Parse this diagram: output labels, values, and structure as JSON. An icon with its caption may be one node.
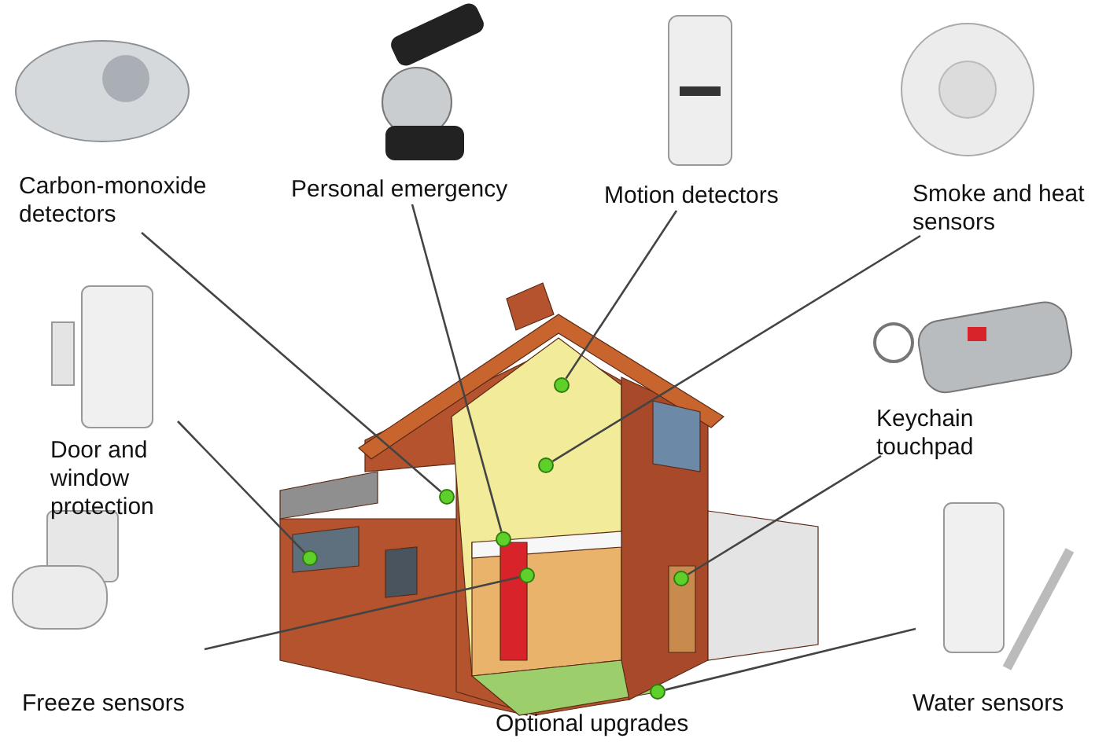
{
  "diagram": {
    "nodes": [
      {
        "text": [
          "Carbon-monoxide detectors"
        ]
      },
      {
        "text": [
          "Personal emergency"
        ]
      },
      {
        "text": [
          "Motion detectors"
        ]
      },
      {
        "text": [
          "Smoke and heat sensors"
        ]
      },
      {
        "text": [
          "Door and window protection"
        ]
      },
      {
        "text": [
          "Keychain touchpad"
        ]
      },
      {
        "text": [
          "Freeze sensors"
        ]
      },
      {
        "text": [
          "Water sensors"
        ]
      },
      {
        "text": [],
        "shape": "circle"
      },
      {
        "text": [],
        "shape": "circle"
      },
      {
        "text": [],
        "shape": "circle"
      },
      {
        "text": [],
        "shape": "circle"
      },
      {
        "text": [],
        "shape": "circle"
      },
      {
        "text": [],
        "shape": "circle"
      },
      {
        "text": [],
        "shape": "circle"
      },
      {
        "text": [],
        "shape": "circle"
      }
    ],
    "edges": [
      {
        "from": 0,
        "to": 10,
        "arrow": "none"
      },
      {
        "from": 1,
        "to": 11,
        "arrow": "none"
      },
      {
        "from": 2,
        "to": 8,
        "arrow": "none"
      },
      {
        "from": 3,
        "to": 9,
        "arrow": "none"
      },
      {
        "from": 4,
        "to": 12,
        "arrow": "none"
      },
      {
        "from": 5,
        "to": 14,
        "arrow": "none"
      },
      {
        "from": 6,
        "to": 13,
        "arrow": "none"
      },
      {
        "from": 7,
        "to": 15,
        "arrow": "none"
      }
    ],
    "labels": [
      "Optional upgrades"
    ]
  }
}
